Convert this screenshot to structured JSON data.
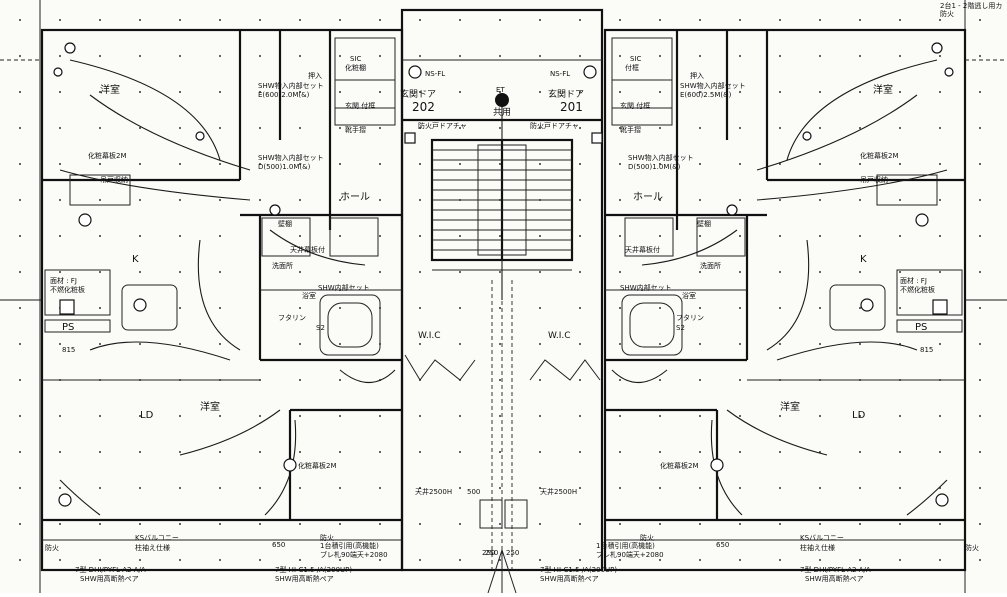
{
  "left_unit": {
    "number": "202",
    "door": "玄関ドア",
    "ns": "NS-FL",
    "western_room": "洋室",
    "hall": "ホール",
    "kitchen": "K",
    "ld": "LD",
    "wash": "洗面所",
    "bath": "浴室",
    "wic": "W.I.C",
    "ps": "PS",
    "ps_dim": "815",
    "shoe": "SIC",
    "shoe2": "化粧棚",
    "genkan": "玄関 付框",
    "handrail": "靴手摺",
    "closet": "押入",
    "makeup": "化粧幕板2M",
    "makeup2": "化粧幕板2M",
    "storage": "吊戸収納",
    "storage2": "壁棚",
    "ceiling_storage": "天井幕板付",
    "shw_top": "SHW物入内部セット",
    "shw_top2": "E(600)2.0M(&)",
    "shw_mid": "SHW物入内部セット",
    "shw_mid2": "D(500)1.0M(&)",
    "shw_bath": "SHW内部セット",
    "counter": "面材 : FJ",
    "counter2": "不燃化粧板",
    "balcony": "KSバルコニー",
    "balcony2": "柱袖え仕様",
    "fire": "防火",
    "fire_note": "1台積引用(高機能)",
    "fire_note2": "ブレ札90端天+2080",
    "dim": "650",
    "model": "7型 DHI/PYFL-A2 A/A",
    "model2": "SHW用高断熱ペア",
    "ceiling": "天井2500H",
    "ceiling_num": "500",
    "fix": "フタリン",
    "fix2": "S2",
    "dim_bot": "250"
  },
  "right_unit": {
    "number": "201",
    "door": "玄関ドア",
    "ns": "NS-FL",
    "western_room": "洋室",
    "hall": "ホール",
    "kitchen": "K",
    "ld": "LD",
    "wash": "洗面所",
    "bath": "浴室",
    "wic": "W.I.C",
    "ps": "PS",
    "ps_dim": "815",
    "shoe": "SIC",
    "shoe2": "付框",
    "genkan": "玄関 付框",
    "handrail": "靴手摺",
    "closet": "押入",
    "makeup": "化粧幕板2M",
    "makeup2": "化粧幕板2M",
    "storage": "吊戸収納",
    "storage2": "壁棚",
    "ceiling_storage": "天井幕板付",
    "shw_top": "SHW物入内部セット",
    "shw_top2": "E(600)2.5M(&)",
    "shw_mid": "SHW物入内部セット",
    "shw_mid2": "D(500)1.0M(&)",
    "shw_bath": "SHW内部セット",
    "counter": "面材 : FJ",
    "counter2": "不燃化粧板",
    "balcony": "KSバルコニー",
    "balcony2": "柱袖え仕様",
    "fire": "防火",
    "fire_note": "1台積引用(高機能)",
    "fire_note2": "ブレ札90端天+2080",
    "dim": "650",
    "model": "7型 DHI/PYFL-A2 A/A",
    "model2": "SHW用高断熱ペア",
    "ceiling": "天井2500H",
    "fix": "フタリン",
    "fix2": "S2"
  },
  "center": {
    "common": "共用",
    "et": "ET",
    "fire_door": "防火戸ドアチャ",
    "stair_dim": "250",
    "stair_dim2": "250",
    "model_mid": "7型 HI-C1.5 /A(200UP)",
    "model_mid2": "SHW用高断熱ペア",
    "model_mid3": "7型 HI-C1.5 /A(200UP)",
    "model_mid4": "SHW用高断熱ペア"
  },
  "header": {
    "top_right": "2台1 - 2階逃し用カ",
    "fire": "防火"
  },
  "colors": {
    "ink": "#111111",
    "paper": "#fbfbf8"
  }
}
